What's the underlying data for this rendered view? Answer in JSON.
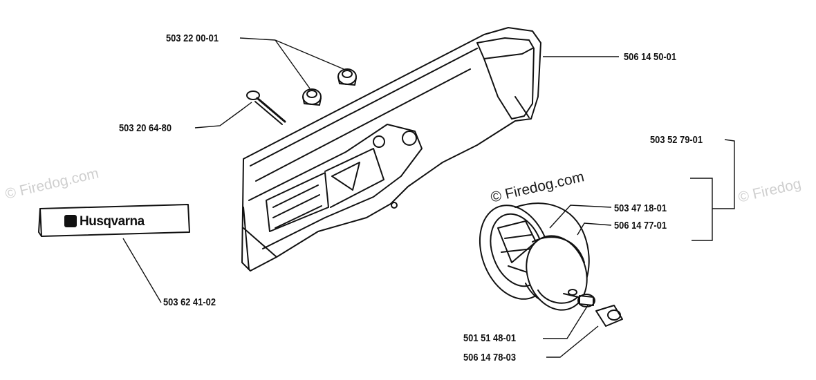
{
  "watermarks": {
    "left": "© Firedog.com",
    "center": "© Firedog.com",
    "right": "© Firedog"
  },
  "logo": {
    "brand": "Husqvarna"
  },
  "parts": {
    "p1": "503 22 00-01",
    "p2": "506 14 50-01",
    "p3": "503 20 64-80",
    "p4": "503 52 79-01",
    "p5": "503 47 18-01",
    "p6": "506 14 77-01",
    "p7": "503 62 41-02",
    "p8": "501 51 48-01",
    "p9": "506 14 78-03"
  }
}
